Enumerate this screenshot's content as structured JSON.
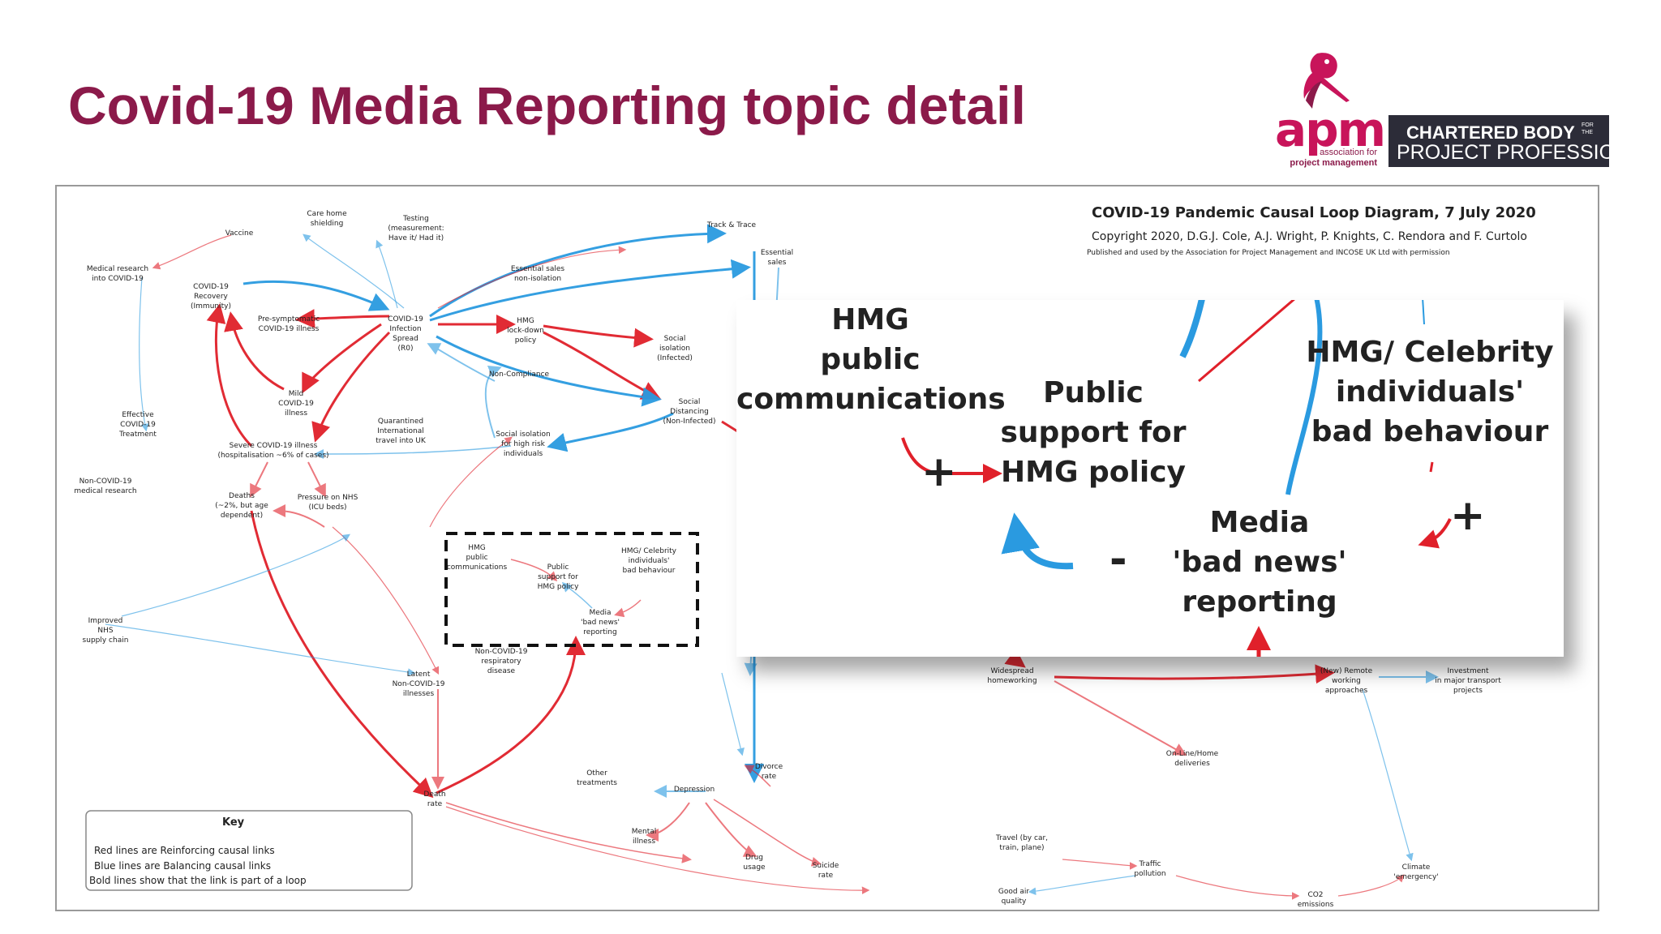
{
  "slide": {
    "title": "Covid-19 Media Reporting topic detail"
  },
  "logo": {
    "apm": "apm",
    "sub1": "association for",
    "sub2": "project management",
    "chartered_line1": "CHARTERED BODY",
    "chartered_small": "FOR THE",
    "chartered_line2": "PROJECT PROFESSION",
    "colors": {
      "brand": "#c8145a",
      "title": "#8b1a4a",
      "dark": "#2c2c38"
    }
  },
  "diagram": {
    "title": "COVID-19 Pandemic Causal Loop Diagram, 7 July 2020",
    "copyright": "Copyright 2020, D.G.J. Cole, A.J. Wright, P. Knights, C. Rendora and F. Curtolo",
    "permission": "Published and used by the Association for Project Management and INCOSE UK Ltd with permission",
    "colors": {
      "reinforcing": "#e0202a",
      "balancing": "#2a9ae0"
    },
    "nodes": {
      "care_home": [
        "Care home",
        "shielding"
      ],
      "testing": [
        "Testing",
        "(measurement:",
        "Have it/ Had it)"
      ],
      "track_trace": [
        "Track & Trace"
      ],
      "vaccine": [
        "Vaccine"
      ],
      "medical_research": [
        "Medical research",
        "into COVID-19"
      ],
      "recovery": [
        "COVID-19",
        "Recovery",
        "(Immunity)"
      ],
      "presymptomatic": [
        "Pre-symptomatic",
        "COVID-19 illness"
      ],
      "infection": [
        "COVID-19",
        "Infection",
        "Spread",
        "(R0)"
      ],
      "essential_sales": [
        "Essential sales",
        "non-isolation"
      ],
      "essential_sales2": [
        "Essential",
        "sales"
      ],
      "lockdown": [
        "HMG",
        "lock-down",
        "policy"
      ],
      "social_isolation_inf": [
        "Social",
        "isolation",
        "(Infected)"
      ],
      "noncompliance": [
        "Non-Compliance"
      ],
      "social_distancing": [
        "Social",
        "Distancing",
        "(Non-Infected)"
      ],
      "mild": [
        "Mild",
        "COVID-19",
        "illness"
      ],
      "effective_treatment": [
        "Effective",
        "COVID-19",
        "Treatment"
      ],
      "quarantined": [
        "Quarantined",
        "International",
        "travel into UK"
      ],
      "social_isolation_risk": [
        "Social isolation",
        "for high risk",
        "individuals"
      ],
      "severe": [
        "Severe COVID-19 illness",
        "(hospitalisation ~6% of cases)"
      ],
      "non_covid_research": [
        "Non-COVID-19",
        "medical research"
      ],
      "deaths": [
        "Deaths",
        "(~2%, but age",
        "dependent)"
      ],
      "pressure_nhs": [
        "Pressure on NHS",
        "(ICU beds)"
      ],
      "hmg_comms_small": [
        "HMG",
        "public",
        "communications"
      ],
      "public_support_small": [
        "Public",
        "support for",
        "HMG policy"
      ],
      "celebrity_small": [
        "HMG/ Celebrity",
        "individuals'",
        "bad behaviour"
      ],
      "media_small": [
        "Media",
        "'bad news'",
        "reporting"
      ],
      "improved_nhs": [
        "Improved",
        "NHS",
        "supply chain"
      ],
      "non_covid_resp": [
        "Non-COVID-19",
        "respiratory",
        "disease"
      ],
      "latent": [
        "Latent",
        "Non-COVID-19",
        "illnesses"
      ],
      "death_rate": [
        "Death",
        "rate"
      ],
      "other_treatments": [
        "Other",
        "treatments"
      ],
      "depression": [
        "Depression"
      ],
      "divorce": [
        "Divorce",
        "rate"
      ],
      "mental": [
        "Mental",
        "illness"
      ],
      "drug": [
        "Drug",
        "usage"
      ],
      "suicide": [
        "Suicide",
        "rate"
      ],
      "homeworking": [
        "Widespread",
        "homeworking"
      ],
      "online": [
        "On-Line/Home",
        "deliveries"
      ],
      "remote": [
        "(New) Remote",
        "working",
        "approaches"
      ],
      "investment": [
        "Investment",
        "in major transport",
        "projects"
      ],
      "travel": [
        "Travel (by car,",
        "train, plane)"
      ],
      "traffic": [
        "Traffic",
        "pollution"
      ],
      "air": [
        "Good air",
        "quality"
      ],
      "co2": [
        "CO2",
        "emissions"
      ],
      "climate": [
        "Climate",
        "'emergency'"
      ]
    },
    "key": {
      "title": "Key",
      "line1": "Red lines are Reinforcing causal links",
      "line2": "Blue lines are Balancing causal links",
      "line3": "Bold lines show that the link is part of a loop"
    }
  },
  "zoom": {
    "hmg_comms": [
      "HMG",
      "public",
      "communications"
    ],
    "public_support": [
      "Public",
      "support for",
      "HMG policy"
    ],
    "celebrity": [
      "HMG/ Celebrity",
      "individuals'",
      "bad behaviour"
    ],
    "media": [
      "Media",
      "'bad news'",
      "reporting"
    ],
    "plus": "+",
    "minus": "-"
  }
}
